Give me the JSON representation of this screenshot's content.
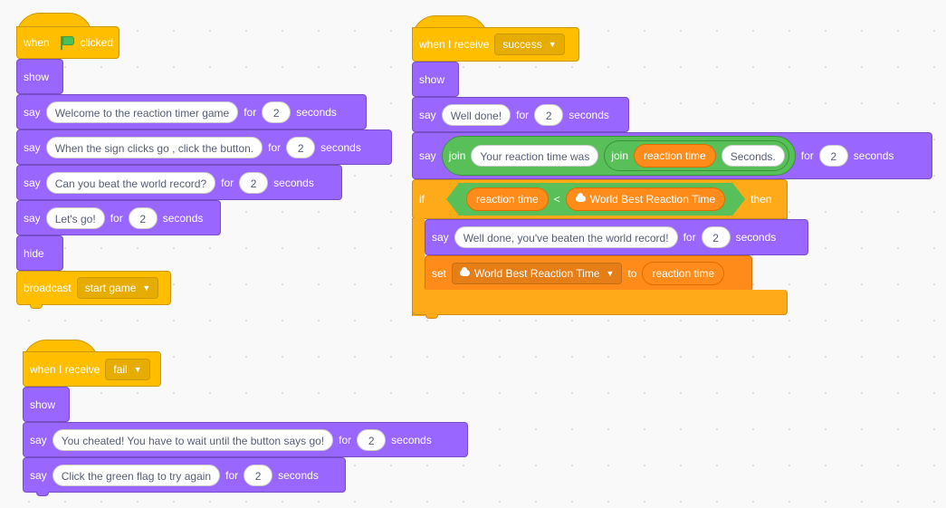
{
  "script_flag": {
    "hat": {
      "when": "when",
      "clicked": "clicked",
      "icon": "green-flag-icon"
    },
    "show": "show",
    "say1": {
      "say": "say",
      "text": "Welcome to the reaction timer game",
      "for": "for",
      "num": "2",
      "unit": "seconds"
    },
    "say2": {
      "say": "say",
      "text": "When the sign clicks go , click the button.",
      "for": "for",
      "num": "2",
      "unit": "seconds"
    },
    "say3": {
      "say": "say",
      "text": "Can you beat the world record?",
      "for": "for",
      "num": "2",
      "unit": "seconds"
    },
    "say4": {
      "say": "say",
      "text": "Let's go!",
      "for": "for",
      "num": "2",
      "unit": "seconds"
    },
    "hide": "hide",
    "broadcast": {
      "label": "broadcast",
      "message": "start game"
    }
  },
  "script_success": {
    "hat": {
      "label": "when I receive",
      "message": "success"
    },
    "show": "show",
    "say1": {
      "say": "say",
      "text": "Well done!",
      "for": "for",
      "num": "2",
      "unit": "seconds"
    },
    "say2": {
      "say": "say",
      "join1": "join",
      "text1": "Your reaction time was",
      "join2": "join",
      "reporter": "reaction time",
      "text2": "Seconds.",
      "for": "for",
      "num": "2",
      "unit": "seconds"
    },
    "if": {
      "if": "if",
      "reporter": "reaction time",
      "op": "<",
      "cloud_var": "World Best Reaction Time",
      "then": "then"
    },
    "say3": {
      "say": "say",
      "text": "Well done, you've beaten the world record!",
      "for": "for",
      "num": "2",
      "unit": "seconds"
    },
    "set": {
      "set": "set",
      "var": "World Best Reaction Time",
      "to": "to",
      "reporter": "reaction time"
    }
  },
  "script_fail": {
    "hat": {
      "label": "when I receive",
      "message": "fail"
    },
    "show": "show",
    "say1": {
      "say": "say",
      "text": "You cheated! You have to wait until the button says go!",
      "for": "for",
      "num": "2",
      "unit": "seconds"
    },
    "say2": {
      "say": "say",
      "text": "Click the green flag to try again",
      "for": "for",
      "num": "2",
      "unit": "seconds"
    }
  }
}
